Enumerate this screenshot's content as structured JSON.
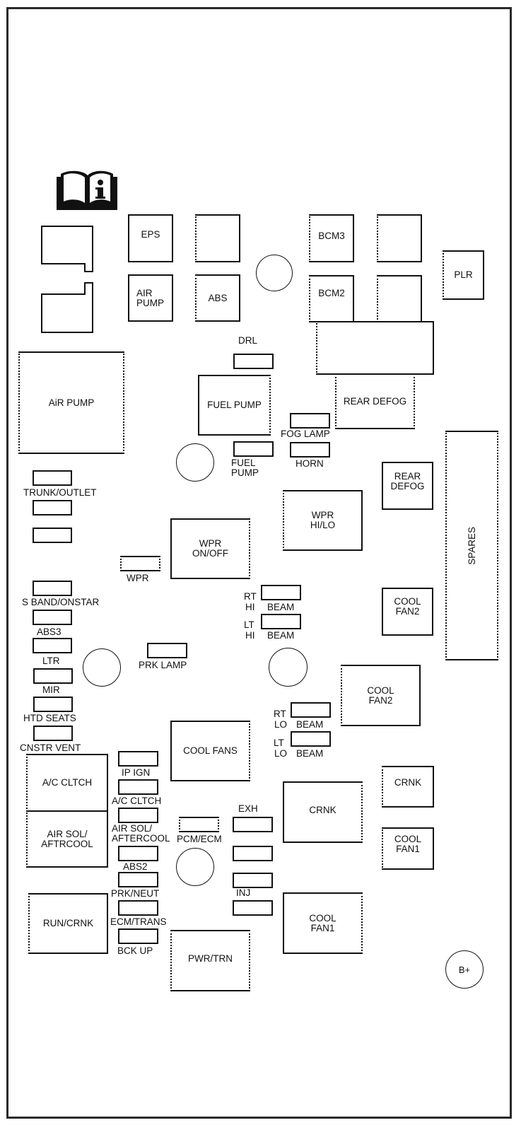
{
  "diagram": {
    "title_icon": "owner-manual-info-icon",
    "relays": {
      "eps": "EPS",
      "air_pump_small": "AIR\nPUMP",
      "abs": "ABS",
      "bcm3": "BCM3",
      "bcm2": "BCM2",
      "plr": "PLR",
      "air_pump_large": "AiR PUMP",
      "fuel_pump": "FUEL PUMP",
      "rear_defog_large": "REAR DEFOG",
      "rear_defog_small": "REAR\nDEFOG",
      "wpr_hi_lo": "WPR\nHI/LO",
      "wpr_on_off": "WPR\nON/OFF",
      "spares": "SPARES",
      "cool_fan2_small": "COOL\nFAN2",
      "cool_fan2_large": "COOL\nFAN2",
      "cool_fans": "COOL FANS",
      "ac_cltch": "A/C CLTCH",
      "air_sol_aftrcool": "AIR SOL/\nAFTRCOOL",
      "run_crnk": "RUN/CRNK",
      "crnk_large": "CRNK",
      "crnk_small": "CRNK",
      "cool_fan1_small": "COOL\nFAN1",
      "cool_fan1_large": "COOL\nFAN1",
      "pwr_trn": "PWR/TRN"
    },
    "fuse_labels": {
      "drl": "DRL",
      "fuel_pump": "FUEL\nPUMP",
      "fog_lamp": "FOG LAMP",
      "horn": "HORN",
      "trunk_outlet": "TRUNK/OUTLET",
      "wpr": "WPR",
      "s_band_onstar": "S BAND/ONSTAR",
      "abs3": "ABS3",
      "ltr": "LTR",
      "mir": "MIR",
      "htd_seats": "HTD SEATS",
      "cnstr_vent": "CNSTR VENT",
      "prk_lamp": "PRK LAMP",
      "rt": "RT",
      "hi": "HI",
      "lt": "LT",
      "lo": "LO",
      "beam": "BEAM",
      "ip_ign": "IP IGN",
      "ac_cltch": "A/C CLTCH",
      "air_sol_aftercool": "AIR SOL/\nAFTERCOOL",
      "abs2": "ABS2",
      "prk_neut": "PRK/NEUT",
      "ecm_trans": "ECM/TRANS",
      "bck_up": "BCK UP",
      "pcm_ecm": "PCM/ECM",
      "exh": "EXH",
      "inj": "INJ"
    },
    "terminal": "B+"
  }
}
